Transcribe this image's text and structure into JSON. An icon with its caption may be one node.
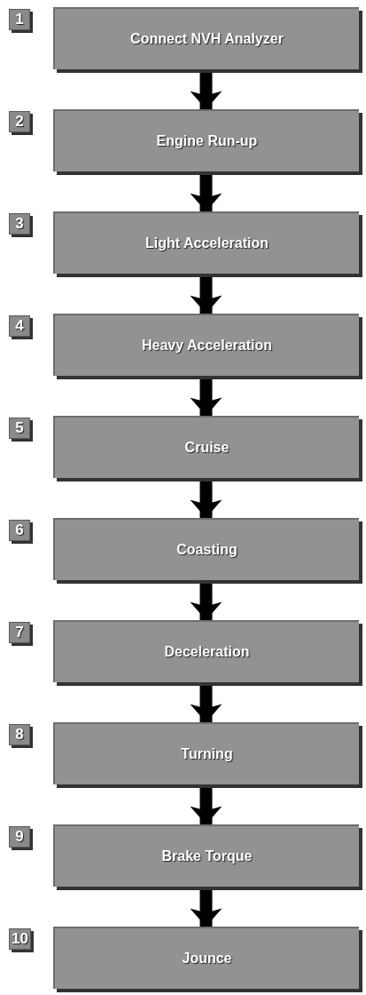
{
  "diagram": {
    "nodes": [
      {
        "text": [
          "Connect NVH Analyzer"
        ],
        "beside": [
          "1"
        ]
      },
      {
        "text": [
          "Engine Run-up"
        ],
        "beside": [
          "2"
        ]
      },
      {
        "text": [
          "Light Acceleration"
        ],
        "beside": [
          "3"
        ]
      },
      {
        "text": [
          "Heavy Acceleration"
        ],
        "beside": [
          "4"
        ]
      },
      {
        "text": [
          "Cruise"
        ],
        "beside": [
          "5"
        ]
      },
      {
        "text": [
          "Coasting"
        ],
        "beside": [
          "6"
        ]
      },
      {
        "text": [
          "Deceleration"
        ],
        "beside": [
          "7"
        ]
      },
      {
        "text": [
          "Turning"
        ],
        "beside": [
          "8"
        ]
      },
      {
        "text": [
          "Brake Torque"
        ],
        "beside": [
          "9"
        ]
      },
      {
        "text": [
          "Jounce"
        ],
        "beside": [
          "10"
        ]
      }
    ],
    "edges": [
      {
        "from": 0,
        "to": 1,
        "arrow": "to"
      },
      {
        "from": 1,
        "to": 2,
        "arrow": "to"
      },
      {
        "from": 2,
        "to": 3,
        "arrow": "to"
      },
      {
        "from": 3,
        "to": 4,
        "arrow": "to"
      },
      {
        "from": 4,
        "to": 5,
        "arrow": "to"
      },
      {
        "from": 5,
        "to": 6,
        "arrow": "to"
      },
      {
        "from": 6,
        "to": 7,
        "arrow": "to"
      },
      {
        "from": 7,
        "to": 8,
        "arrow": "to"
      },
      {
        "from": 8,
        "to": 9,
        "arrow": "to"
      }
    ]
  }
}
